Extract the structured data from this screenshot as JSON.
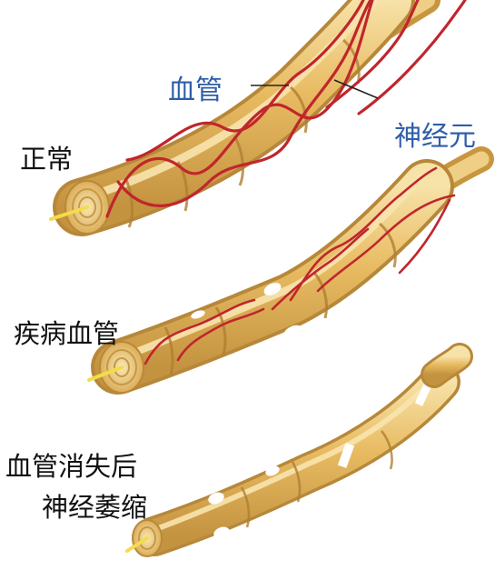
{
  "labels": {
    "normal": "正常",
    "blood_vessel": "血管",
    "neuron": "神经元",
    "diseased_vessel": "疾病血管",
    "after_loss_line1": "血管消失后",
    "after_loss_line2": "神经萎缩"
  },
  "colors": {
    "label_blue": "#2f5ea8",
    "label_black": "#111111",
    "nerve_fill": "#e5b65d",
    "nerve_light": "#f6dc9b",
    "nerve_dark": "#b98a35",
    "vessel_red": "#c0262d",
    "axon_core": "#f2dc4a"
  }
}
